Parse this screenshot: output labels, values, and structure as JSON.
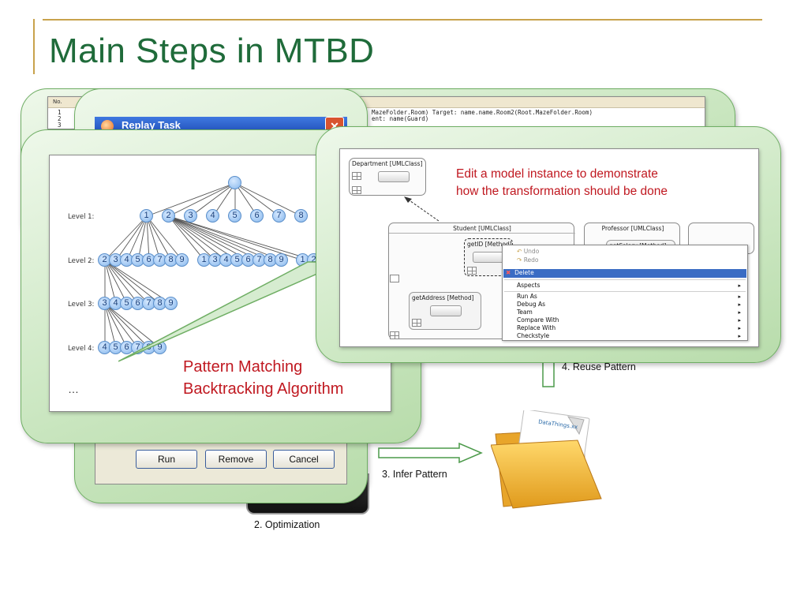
{
  "slide": {
    "title": "Main Steps in MTBD"
  },
  "trace": {
    "header": "No.",
    "lines": [
      "1",
      "2",
      "3"
    ],
    "text_lines": [
      "MazeFolder.Room)   Target: name.name.Room2(Root.MazeFolder.Room)",
      "ent: name(Guard)"
    ]
  },
  "dialog": {
    "title": "Replay Task",
    "buttons": {
      "run": "Run",
      "remove": "Remove",
      "cancel": "Cancel"
    }
  },
  "steps": {
    "optimization": "2. Optimization",
    "infer": "3. Infer Pattern",
    "reuse": "4. Reuse Pattern"
  },
  "tree": {
    "levels": {
      "l1": "Level 1:",
      "l2": "Level 2:",
      "l3": "Level 3:",
      "l4": "Level 4:"
    },
    "level1_nodes": [
      "1",
      "2",
      "3",
      "4",
      "5",
      "6",
      "7",
      "8"
    ],
    "level2_group1": [
      "2",
      "3",
      "4",
      "5",
      "6",
      "7",
      "8",
      "9"
    ],
    "level2_group2": [
      "1",
      "3",
      "4",
      "5",
      "6",
      "7",
      "8",
      "9"
    ],
    "level2_group3": [
      "1",
      "2"
    ],
    "level3_nodes": [
      "3",
      "4",
      "5",
      "6",
      "7",
      "8",
      "9"
    ],
    "level4_nodes": [
      "4",
      "5",
      "6",
      "7",
      "8",
      "9"
    ],
    "ellipsis": "…",
    "caption_line1": "Pattern Matching",
    "caption_line2": "Backtracking Algorithm"
  },
  "uml": {
    "caption_line1": "Edit a model instance to demonstrate",
    "caption_line2": "how the transformation should be done",
    "department": "Department [UMLClass]",
    "student": "Student [UMLClass]",
    "professor": "Professor [UMLClass]",
    "get_id": "getID [Method]",
    "get_salary": "getSalary [Method]",
    "get_address": "getAddress [Method]",
    "menu": {
      "undo": "Undo",
      "redo": "Redo",
      "delete": "Delete",
      "aspects": "Aspects",
      "run_as": "Run As",
      "debug_as": "Debug As",
      "team": "Team",
      "compare_with": "Compare With",
      "replace_with": "Replace With",
      "checkstyle": "Checkstyle"
    }
  },
  "folder": {
    "label": "DataThings.xx"
  },
  "colors": {
    "title": "#1f6b3a",
    "accent_rule": "#c8a24c",
    "red_caption": "#c01820",
    "bubble": "#cfe9c6"
  }
}
